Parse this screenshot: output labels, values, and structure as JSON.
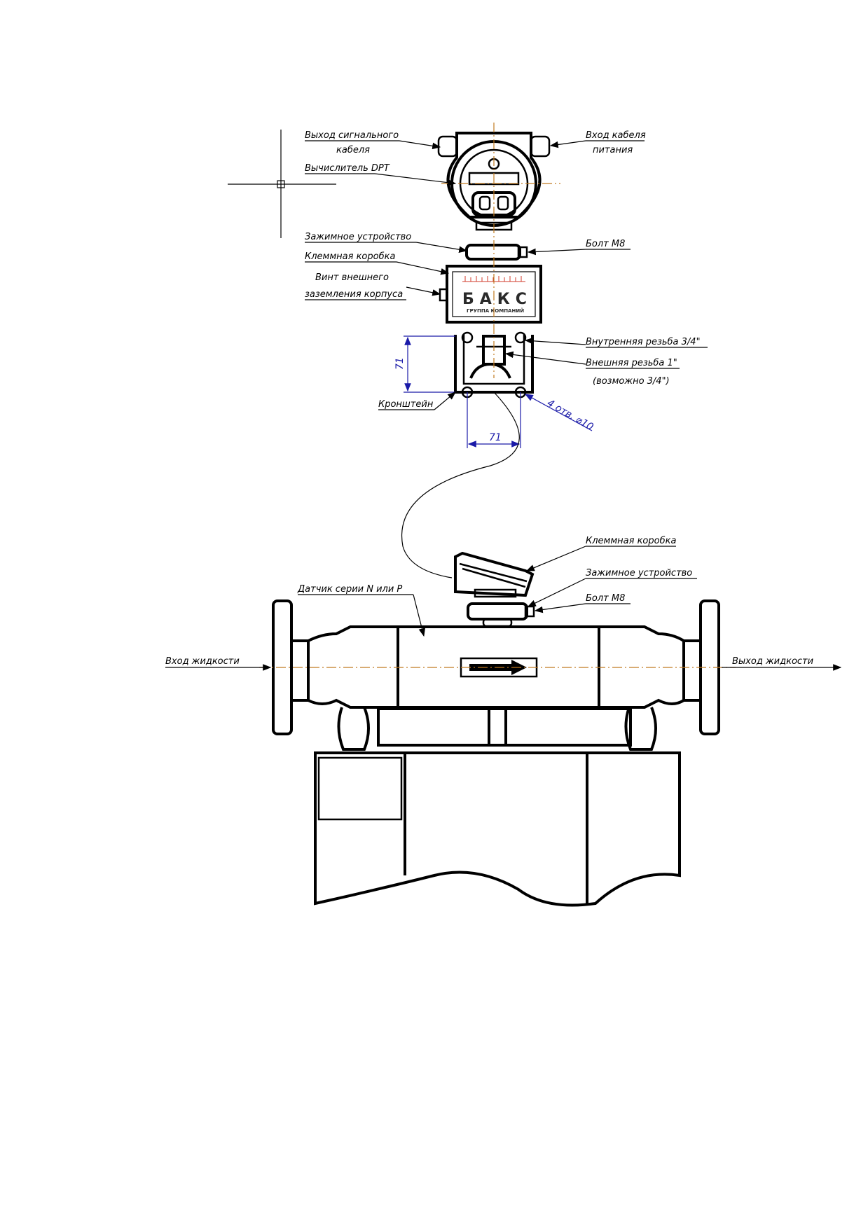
{
  "labels": {
    "signal_cable_out_1": "Выход сигнального",
    "signal_cable_out_2": "кабеля",
    "computer_dpt": "Вычислитель DPT",
    "clamp_top": "Зажимное устройство",
    "terminal_box_top": "Клеммная коробка",
    "ground_screw_1": "Винт внешнего",
    "ground_screw_2": "заземления корпуса",
    "bracket": "Кронштейн",
    "power_cable_in_1": "Вход кабеля",
    "power_cable_in_2": "питания",
    "bolt_top": "Болт М8",
    "inner_thread": "Внутренняя резьба 3/4\"",
    "outer_thread_1": "Внешняя резьба 1\"",
    "outer_thread_2": "(возможно 3/4\")",
    "holes": "4 отв. ⌀10",
    "terminal_box_bottom": "Клеммная коробка",
    "clamp_bottom": "Зажимное устройство",
    "bolt_bottom": "Болт М8",
    "sensor_series": "Датчик серии N или P",
    "fluid_in": "Вход жидкости",
    "fluid_out": "Выход жидкости"
  },
  "dimensions": {
    "vertical": "71",
    "horizontal": "71"
  },
  "logo": {
    "name": "БАКС",
    "subtitle": "ГРУППА КОМПАНИЙ",
    "color": "#d03a2a"
  }
}
